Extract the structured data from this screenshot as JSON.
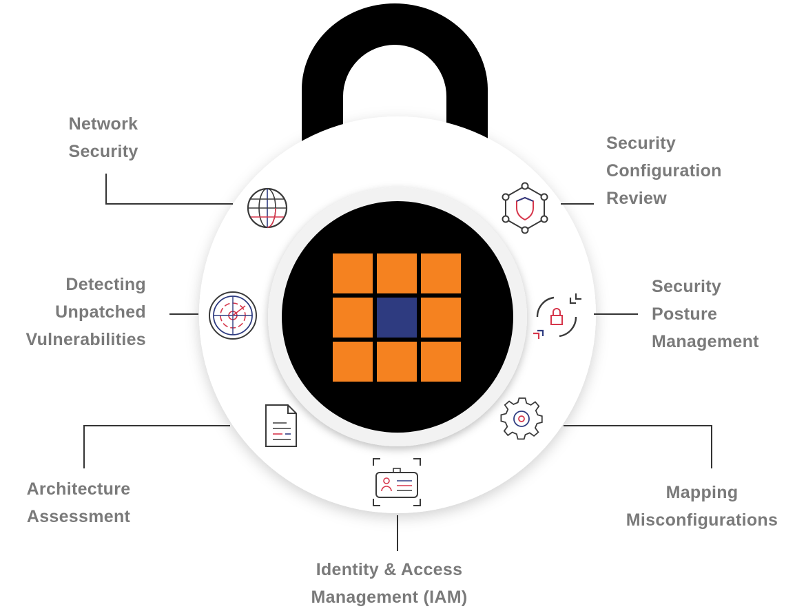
{
  "colors": {
    "shackle": "#000000",
    "lock_body": "#ffffff",
    "core": "#000000",
    "grid_orange": "#f58220",
    "grid_center": "#2e3b80",
    "label_text": "#7a7a7a",
    "connector": "#333333",
    "icon_stroke": "#3a3a3a",
    "icon_accent_red": "#d6364b",
    "icon_accent_blue": "#2e3b80"
  },
  "labels": {
    "network_security": [
      "Network",
      "Security"
    ],
    "security_configuration_review": [
      "Security",
      "Configuration",
      "Review"
    ],
    "detecting_unpatched_vulnerabilities": [
      "Detecting",
      "Unpatched",
      "Vulnerabilities"
    ],
    "security_posture_management": [
      "Security",
      "Posture",
      "Management"
    ],
    "architecture_assessment": [
      "Architecture",
      "Assessment"
    ],
    "mapping_misconfigurations": [
      "Mapping",
      "Misconfigurations"
    ],
    "identity_access_management": [
      "Identity & Access",
      "Management (IAM)"
    ]
  },
  "icons": {
    "network_security": "globe-icon",
    "security_configuration_review": "shield-hexagon-icon",
    "detecting_unpatched_vulnerabilities": "radar-icon",
    "security_posture_management": "padlock-arrows-icon",
    "architecture_assessment": "document-icon",
    "mapping_misconfigurations": "gear-icon",
    "identity_access_management": "id-card-icon"
  }
}
